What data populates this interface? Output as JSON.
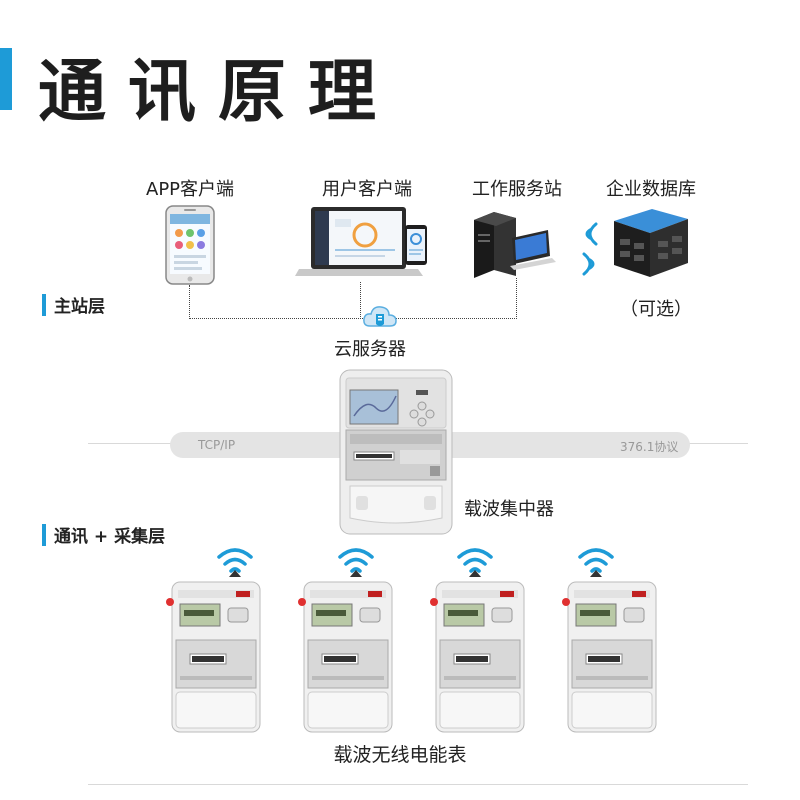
{
  "title": "通讯原理",
  "master_layer": {
    "section_label": "主站层",
    "nodes": [
      {
        "label": "APP客户端",
        "icon": "smartphone-icon"
      },
      {
        "label": "用户客户端",
        "icon": "laptop-tablet-icon"
      },
      {
        "label": "工作服务站",
        "icon": "server-workstation-icon"
      },
      {
        "label": "企业数据库",
        "icon": "database-icon"
      }
    ],
    "optional_note": "（可选）",
    "cloud_label": "云服务器"
  },
  "network": {
    "left_text": "TCP/IP",
    "right_text": "376.1协议",
    "concentrator_label": "载波集中器"
  },
  "collection_layer": {
    "section_label": "通讯 + 采集层",
    "meter_count": 4,
    "meter_label": "载波无线电能表"
  },
  "colors": {
    "accent": "#1e9bd7",
    "wifi_blue": "#1e9bd7",
    "meter_body": "#f2f2f2",
    "lcd_green": "#b9c9a6"
  }
}
